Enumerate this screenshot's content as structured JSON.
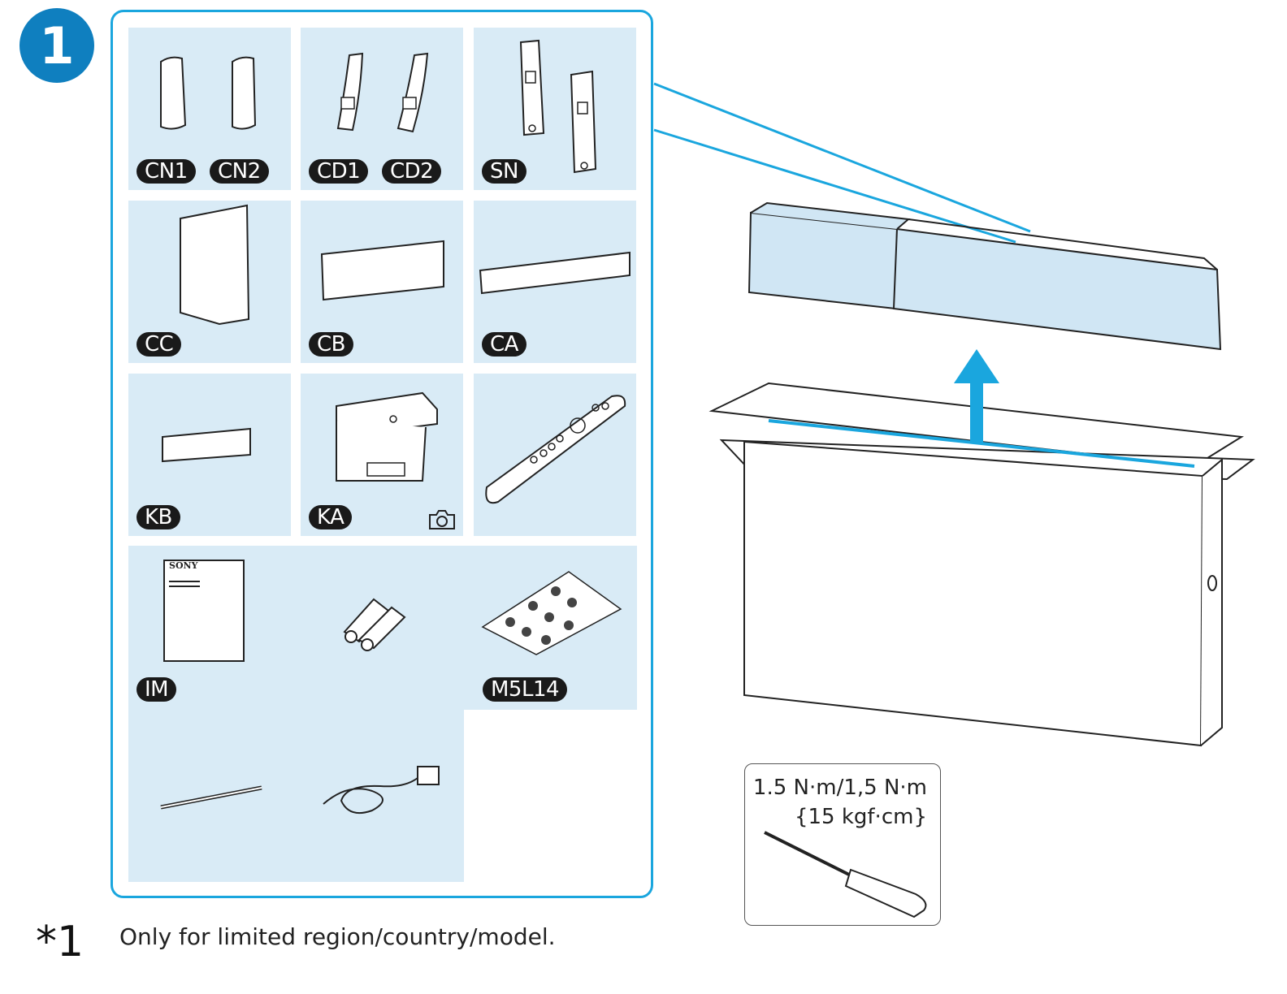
{
  "step": {
    "number": "1"
  },
  "parts": {
    "cn1": "CN1",
    "cn2": "CN2",
    "cd1": "CD1",
    "cd2": "CD2",
    "sn": "SN",
    "cc": "CC",
    "cb": "CB",
    "ca": "CA",
    "kb": "KB",
    "ka": "KA",
    "im": "IM",
    "m5l14": "M5L14",
    "manual_brand": "SONY"
  },
  "torque": {
    "line1": "1.5 N·m/1,5 N·m",
    "line2": "{15 kgf·cm}"
  },
  "footnote": {
    "mark": "*1",
    "text": "Only for limited region/country/model."
  },
  "colors": {
    "accent": "#1aa6de",
    "badge": "#0f7fbf",
    "cell_fill": "#d9ebf6",
    "foam": "#d0e6f4"
  },
  "icons": [
    "camera-icon",
    "up-arrow-icon",
    "screwdriver-icon"
  ]
}
